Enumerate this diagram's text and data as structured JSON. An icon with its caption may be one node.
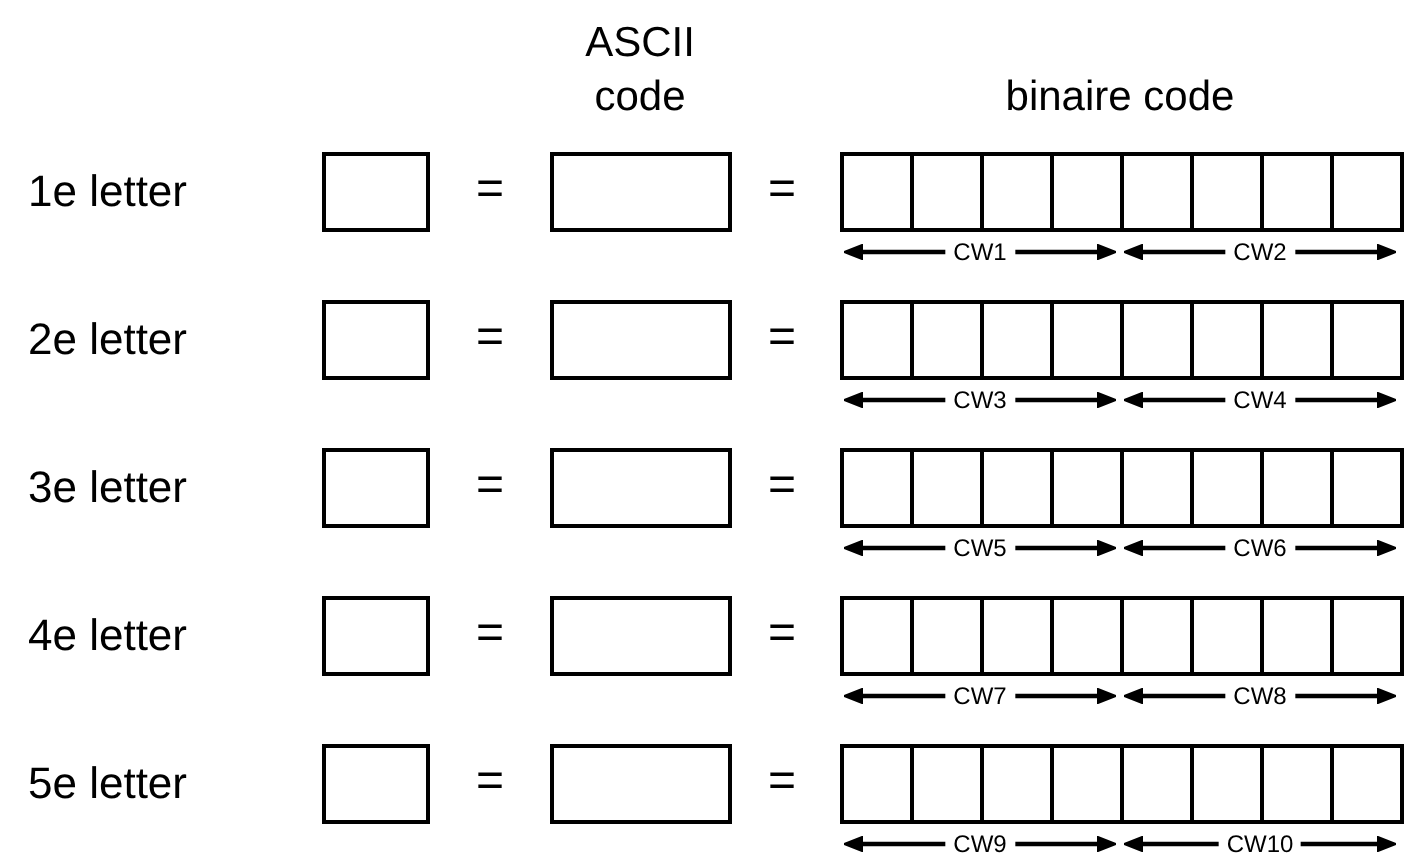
{
  "diagram": {
    "nodes": [
      {
        "text": [],
        "shape": "box"
      },
      {
        "text": [],
        "shape": "box"
      },
      {
        "text": [],
        "shape": "box"
      },
      {
        "text": [],
        "shape": "box"
      },
      {
        "text": [],
        "shape": "box"
      },
      {
        "text": [],
        "shape": "box"
      },
      {
        "text": [],
        "shape": "box"
      },
      {
        "text": [],
        "shape": "box"
      },
      {
        "text": [],
        "shape": "box"
      },
      {
        "text": [],
        "shape": "box"
      },
      {
        "text": [],
        "shape": "box"
      },
      {
        "text": [],
        "shape": "box"
      },
      {
        "text": [],
        "shape": "box"
      },
      {
        "text": [],
        "shape": "box"
      },
      {
        "text": [],
        "shape": "box"
      },
      {
        "text": [],
        "shape": "box"
      },
      {
        "text": [],
        "shape": "box"
      },
      {
        "text": [],
        "shape": "box"
      },
      {
        "text": [],
        "shape": "box"
      },
      {
        "text": [],
        "shape": "box"
      },
      {
        "text": [],
        "shape": "box"
      },
      {
        "text": [],
        "shape": "box"
      },
      {
        "text": [],
        "shape": "box"
      },
      {
        "text": [],
        "shape": "box"
      },
      {
        "text": [],
        "shape": "box"
      },
      {
        "text": [],
        "shape": "box"
      },
      {
        "text": [],
        "shape": "box"
      },
      {
        "text": [],
        "shape": "box"
      },
      {
        "text": [],
        "shape": "box"
      },
      {
        "text": [],
        "shape": "box"
      },
      {
        "text": [],
        "shape": "box"
      },
      {
        "text": [],
        "shape": "box"
      },
      {
        "text": [],
        "shape": "box"
      },
      {
        "text": [],
        "shape": "box"
      },
      {
        "text": [],
        "shape": "box"
      },
      {
        "text": [],
        "shape": "box"
      },
      {
        "text": [],
        "shape": "box"
      },
      {
        "text": [],
        "shape": "box"
      },
      {
        "text": [],
        "shape": "box"
      },
      {
        "text": [],
        "shape": "box"
      },
      {
        "text": [],
        "shape": "box"
      },
      {
        "text": [],
        "shape": "box"
      },
      {
        "text": [],
        "shape": "box"
      },
      {
        "text": [],
        "shape": "box"
      },
      {
        "text": [],
        "shape": "box"
      },
      {
        "text": [],
        "shape": "box"
      },
      {
        "text": [],
        "shape": "box"
      },
      {
        "text": [],
        "shape": "box"
      },
      {
        "text": [],
        "shape": "box"
      },
      {
        "text": [],
        "shape": "box"
      }
    ],
    "labels": [
      "ASCII code",
      "binaire code",
      "1e letter",
      "=",
      "=",
      "CW1",
      "CW2",
      "2e letter",
      "=",
      "=",
      "CW3",
      "CW4",
      "3e letter",
      "=",
      "=",
      "CW5",
      "CW6",
      "4e letter",
      "=",
      "=",
      "CW7",
      "CW8",
      "5e letter",
      "=",
      "=",
      "CW9",
      "CW10"
    ]
  }
}
